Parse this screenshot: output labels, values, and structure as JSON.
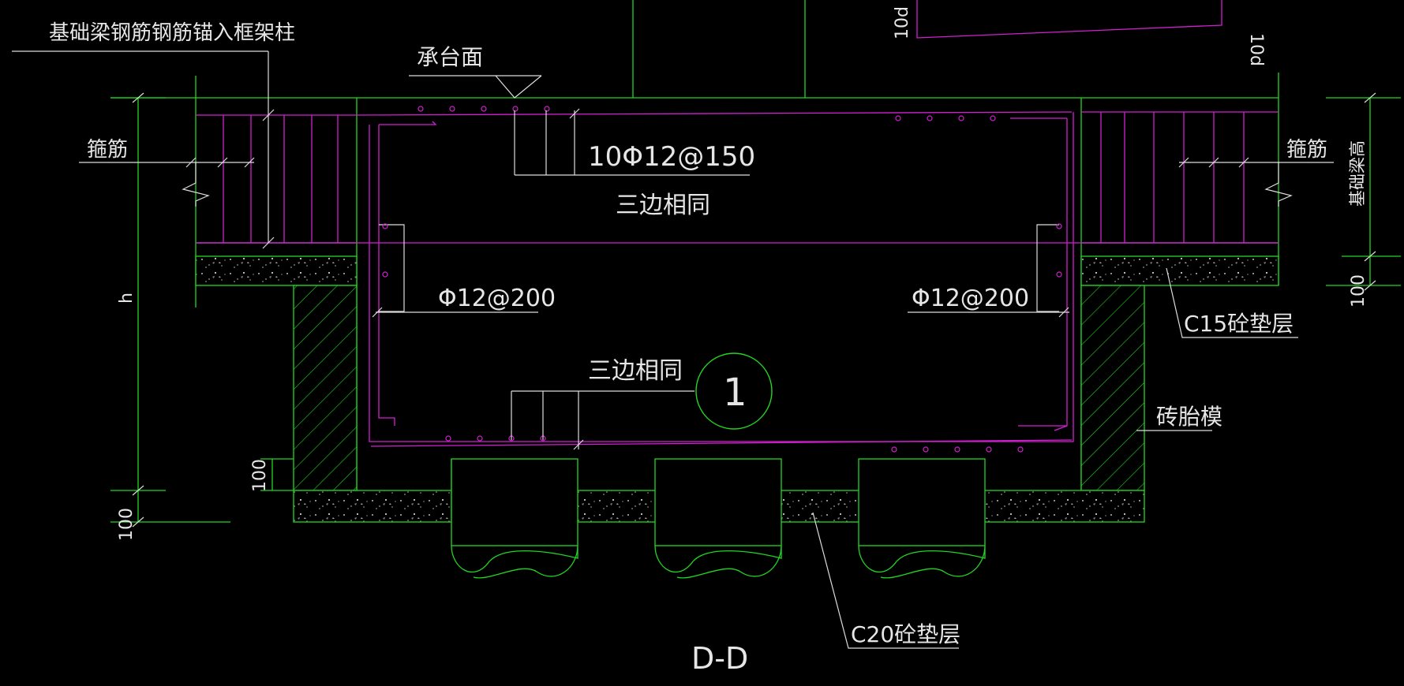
{
  "labels": {
    "beam_anchor": "基础梁钢筋钢筋锚入框架柱",
    "cap_surface": "承台面",
    "stirrup_left": "箍筋",
    "stirrup_right": "箍筋",
    "top_rebar": "10Φ12@150",
    "three_sides_top": "三边相同",
    "side_rebar_left": "Φ12@200",
    "side_rebar_right": "Φ12@200",
    "three_sides_bottom": "三边相同",
    "detail_marker": "1",
    "c15_cushion": "C15砼垫层",
    "brick_formwork": "砖胎模",
    "c20_cushion": "C20砼垫层",
    "section_title": "D-D",
    "beam_height": "基础梁高",
    "dim_h": "h",
    "dim_100_left_a": "100",
    "dim_100_left_b": "100",
    "dim_100_right": "100",
    "dim_10d_left": "10d",
    "dim_10d_right": "10d"
  },
  "colors": {
    "background": "#000000",
    "line": "#22d622",
    "rebar": "#d21fd2",
    "text": "#e6e6e6"
  }
}
